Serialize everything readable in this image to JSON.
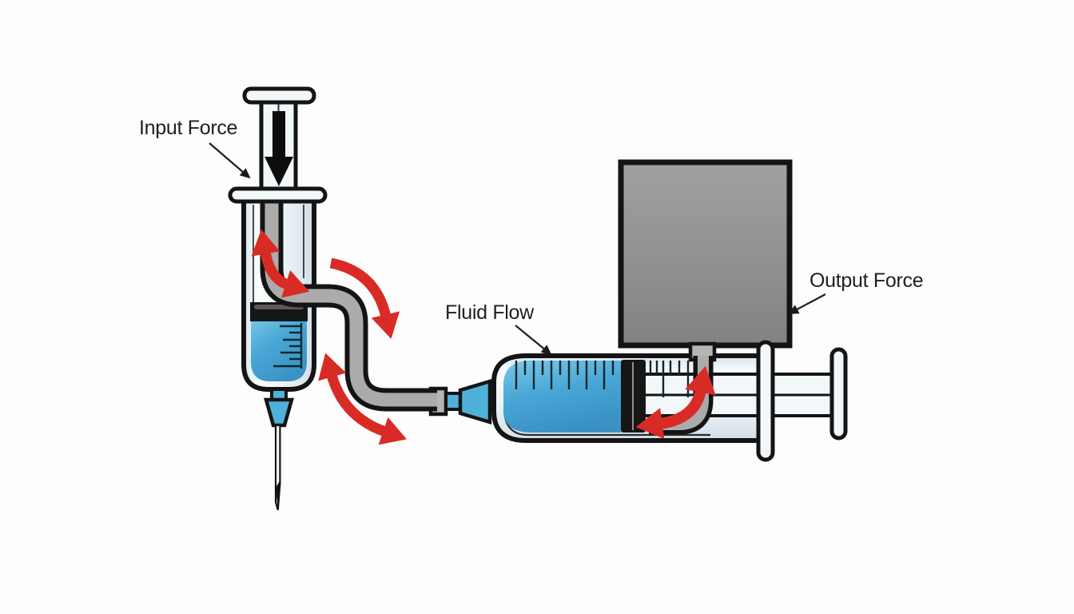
{
  "scene": {
    "description": "Hydraulic force multiplication diagram: a small vertical input syringe connected by a curved tube to a large horizontal output syringe whose plunger supports a gray block",
    "background": "#fdfdfd"
  },
  "labels": {
    "input_force": "Input Force",
    "fluid_flow": "Fluid Flow",
    "output_force": "Output Force"
  },
  "arrows": {
    "input_force_arrow": "black arrow pointing down into plunger",
    "flow_arrow_1": "red curved arrow up-right inside input syringe",
    "flow_arrow_2": "red curved arrow sweeping down along upper tube bend",
    "flow_arrow_3": "red curved double arrow up and right at lower tube bend",
    "flow_arrow_4": "red curved double arrow up and left at output syringe plunger"
  },
  "colors": {
    "background": "#fdfdfd",
    "outline": "#141414",
    "text": "#1f1f1f",
    "arrow_red": "#d92b26",
    "fluid_blue": "#48a7d6",
    "tip_blue": "#4fb0da",
    "tube_gray": "#ababab",
    "connector_gray": "#b5b5b5",
    "block_gray": "#949494",
    "glass": "#e9f0f5",
    "glass_white": "#f2f7fa",
    "seal_dark": "#161616",
    "tick": "#10272e"
  }
}
